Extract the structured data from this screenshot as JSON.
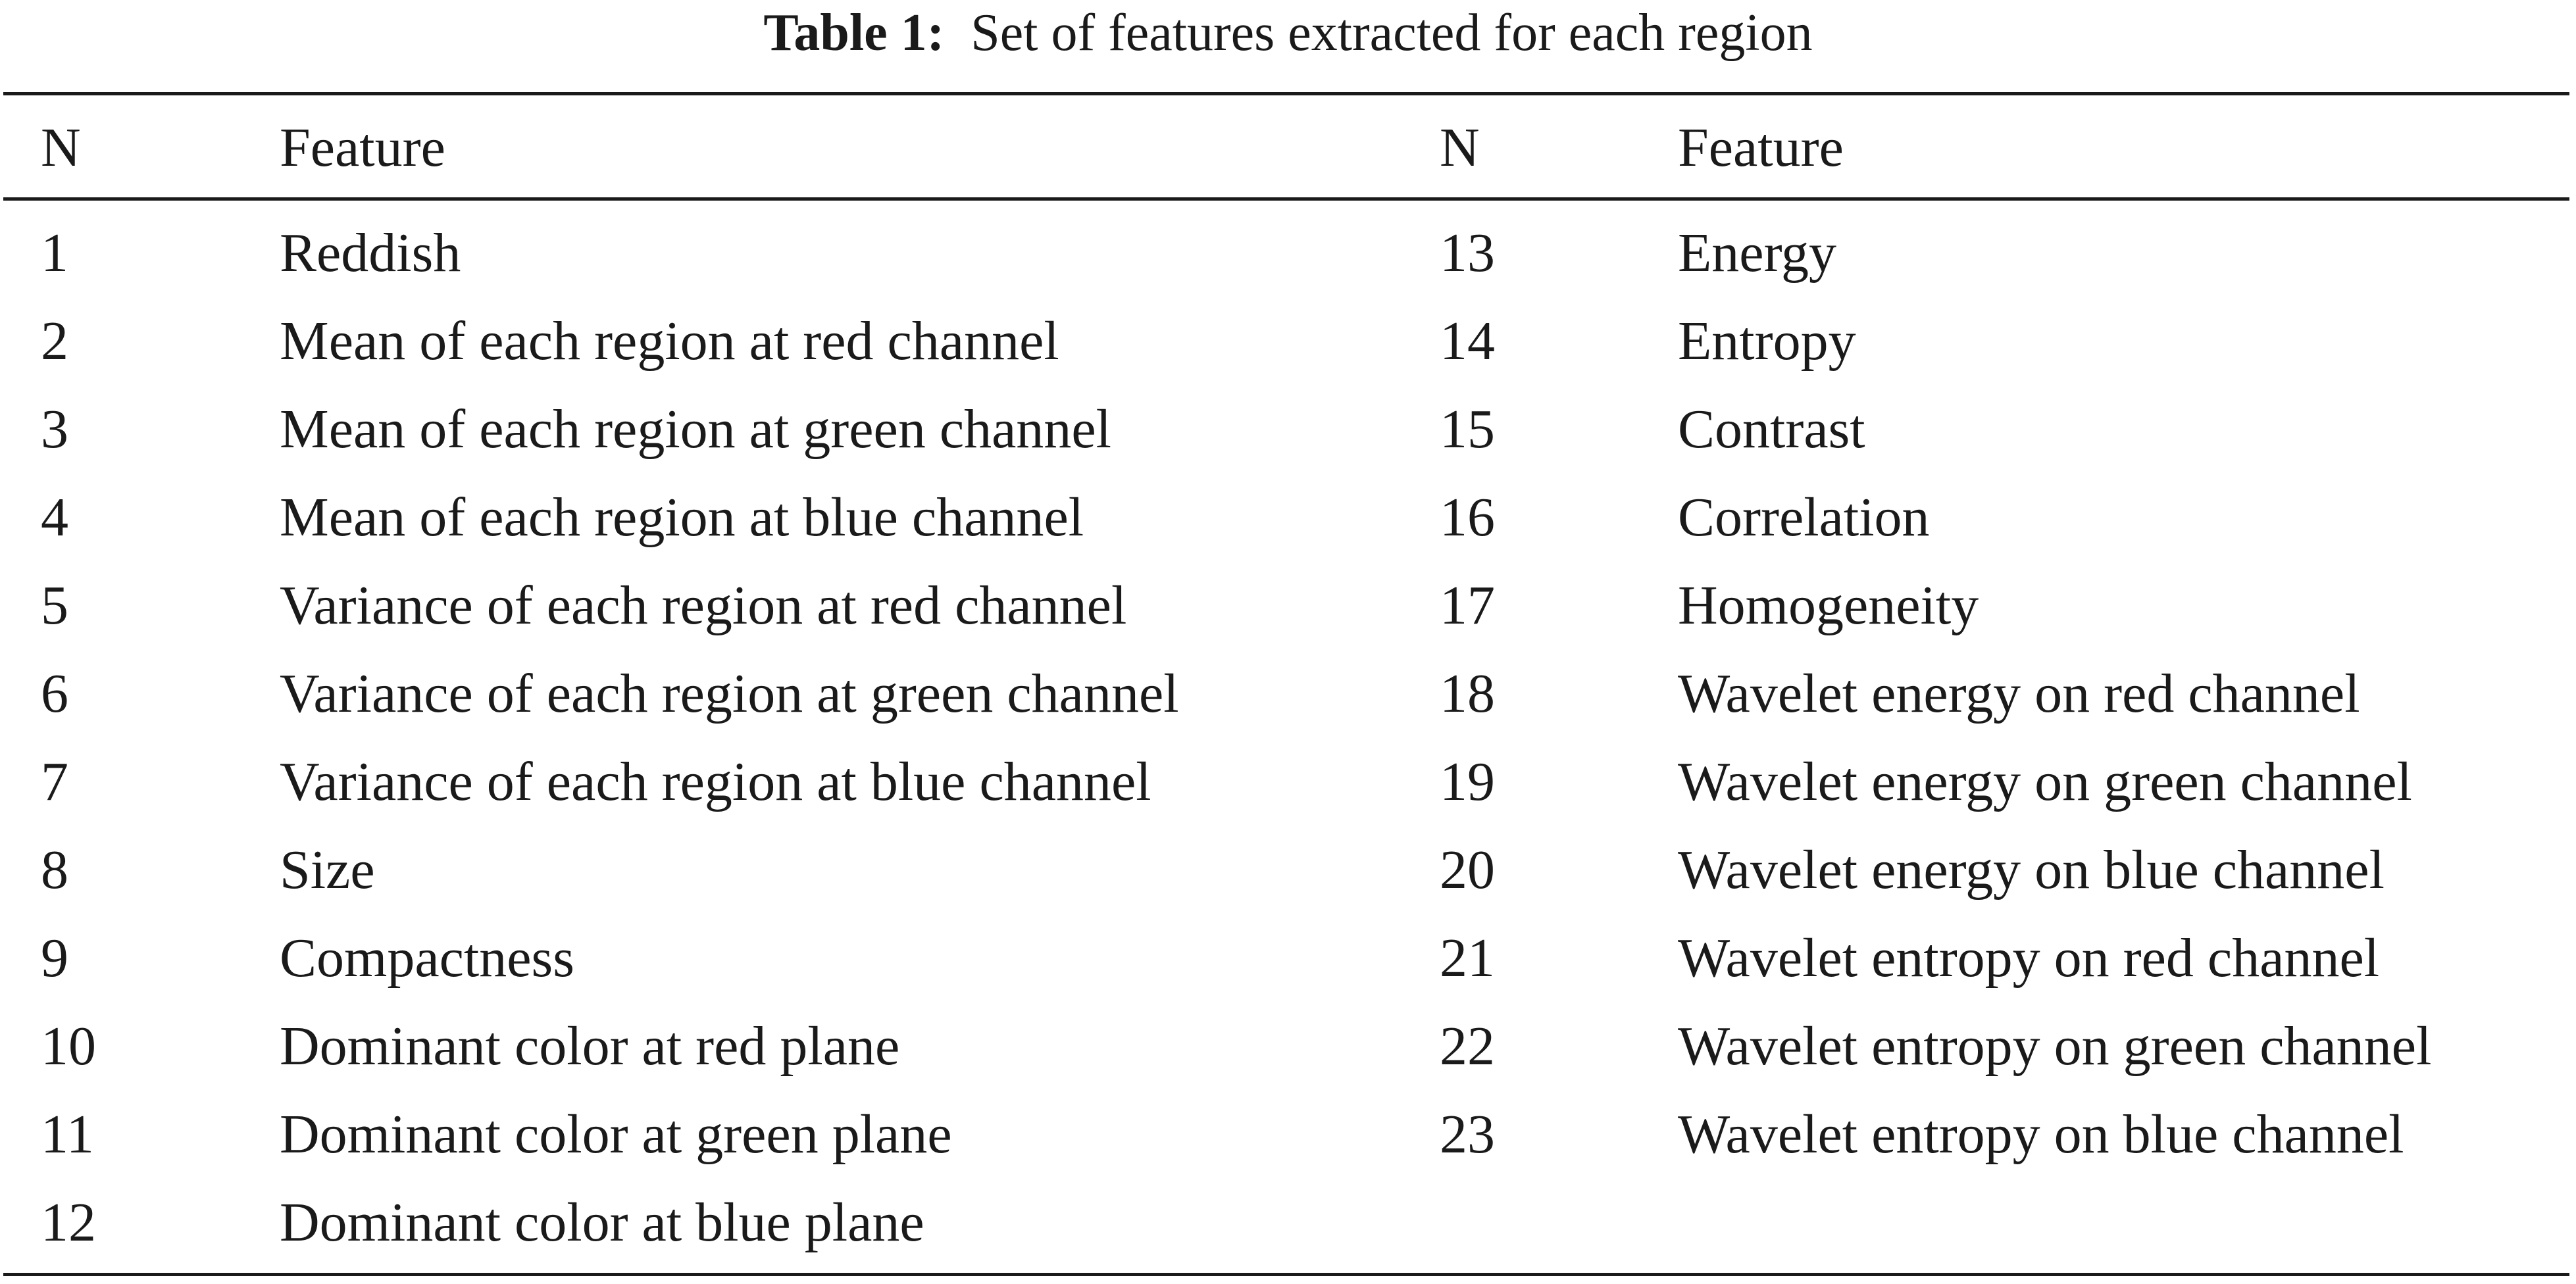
{
  "caption": {
    "label": "Table 1:",
    "text": "Set of features extracted for each region"
  },
  "table": {
    "headers": [
      "N",
      "Feature",
      "N",
      "Feature"
    ],
    "rows": [
      {
        "n1": "1",
        "f1": "Reddish",
        "n2": "13",
        "f2": "Energy"
      },
      {
        "n1": "2",
        "f1": "Mean of each region at red channel",
        "n2": "14",
        "f2": "Entropy"
      },
      {
        "n1": "3",
        "f1": "Mean of each region at green channel",
        "n2": "15",
        "f2": "Contrast"
      },
      {
        "n1": "4",
        "f1": "Mean of each region at blue channel",
        "n2": "16",
        "f2": "Correlation"
      },
      {
        "n1": "5",
        "f1": "Variance of each region at red channel",
        "n2": "17",
        "f2": "Homogeneity"
      },
      {
        "n1": "6",
        "f1": "Variance of each region at green channel",
        "n2": "18",
        "f2": "Wavelet energy on red channel"
      },
      {
        "n1": "7",
        "f1": "Variance of each region at blue channel",
        "n2": "19",
        "f2": "Wavelet energy on green channel"
      },
      {
        "n1": "8",
        "f1": "Size",
        "n2": "20",
        "f2": "Wavelet energy on blue channel"
      },
      {
        "n1": "9",
        "f1": "Compactness",
        "n2": "21",
        "f2": "Wavelet entropy on red channel"
      },
      {
        "n1": "10",
        "f1": "Dominant color at red plane",
        "n2": "22",
        "f2": "Wavelet entropy on green channel"
      },
      {
        "n1": "11",
        "f1": "Dominant color at green plane",
        "n2": "23",
        "f2": "Wavelet entropy on blue channel"
      },
      {
        "n1": "12",
        "f1": "Dominant color at blue plane",
        "n2": "",
        "f2": ""
      }
    ]
  }
}
